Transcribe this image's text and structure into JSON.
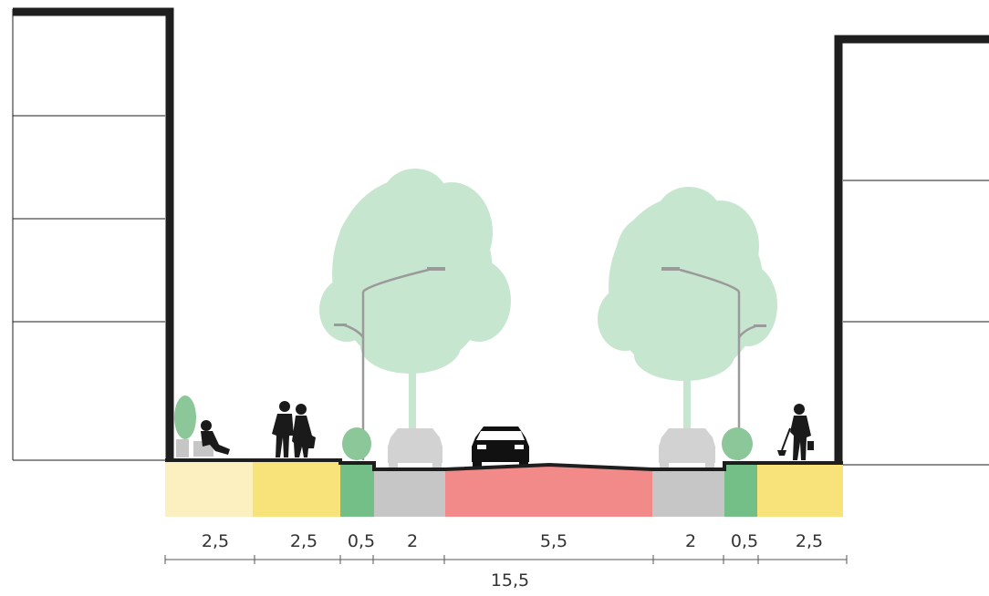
{
  "section": {
    "segments": [
      {
        "label": "2,5",
        "color": "#fdf0c0",
        "name": "segment-private-frontage"
      },
      {
        "label": "2,5",
        "color": "#f8e27a",
        "name": "segment-sidewalk-left"
      },
      {
        "label": "0,5",
        "color": "#74bf87",
        "name": "segment-planting-left"
      },
      {
        "label": "2",
        "color": "#c6c6c6",
        "name": "segment-parking-left"
      },
      {
        "label": "5,5",
        "color": "#f28a8a",
        "name": "segment-roadway"
      },
      {
        "label": "2",
        "color": "#c6c6c6",
        "name": "segment-parking-right"
      },
      {
        "label": "0,5",
        "color": "#74bf87",
        "name": "segment-planting-right"
      },
      {
        "label": "2,5",
        "color": "#f8e27a",
        "name": "segment-sidewalk-right"
      }
    ],
    "total_label": "15,5"
  },
  "colors": {
    "building_outline": "#1e1e1e",
    "tree_foliage": "#c7e6cf",
    "streetlight": "#9a9a9a",
    "parked_car": "#d2d2d2",
    "moving_car": "#111111",
    "people": "#1a1a1a",
    "small_plant": "#8cc79a"
  }
}
